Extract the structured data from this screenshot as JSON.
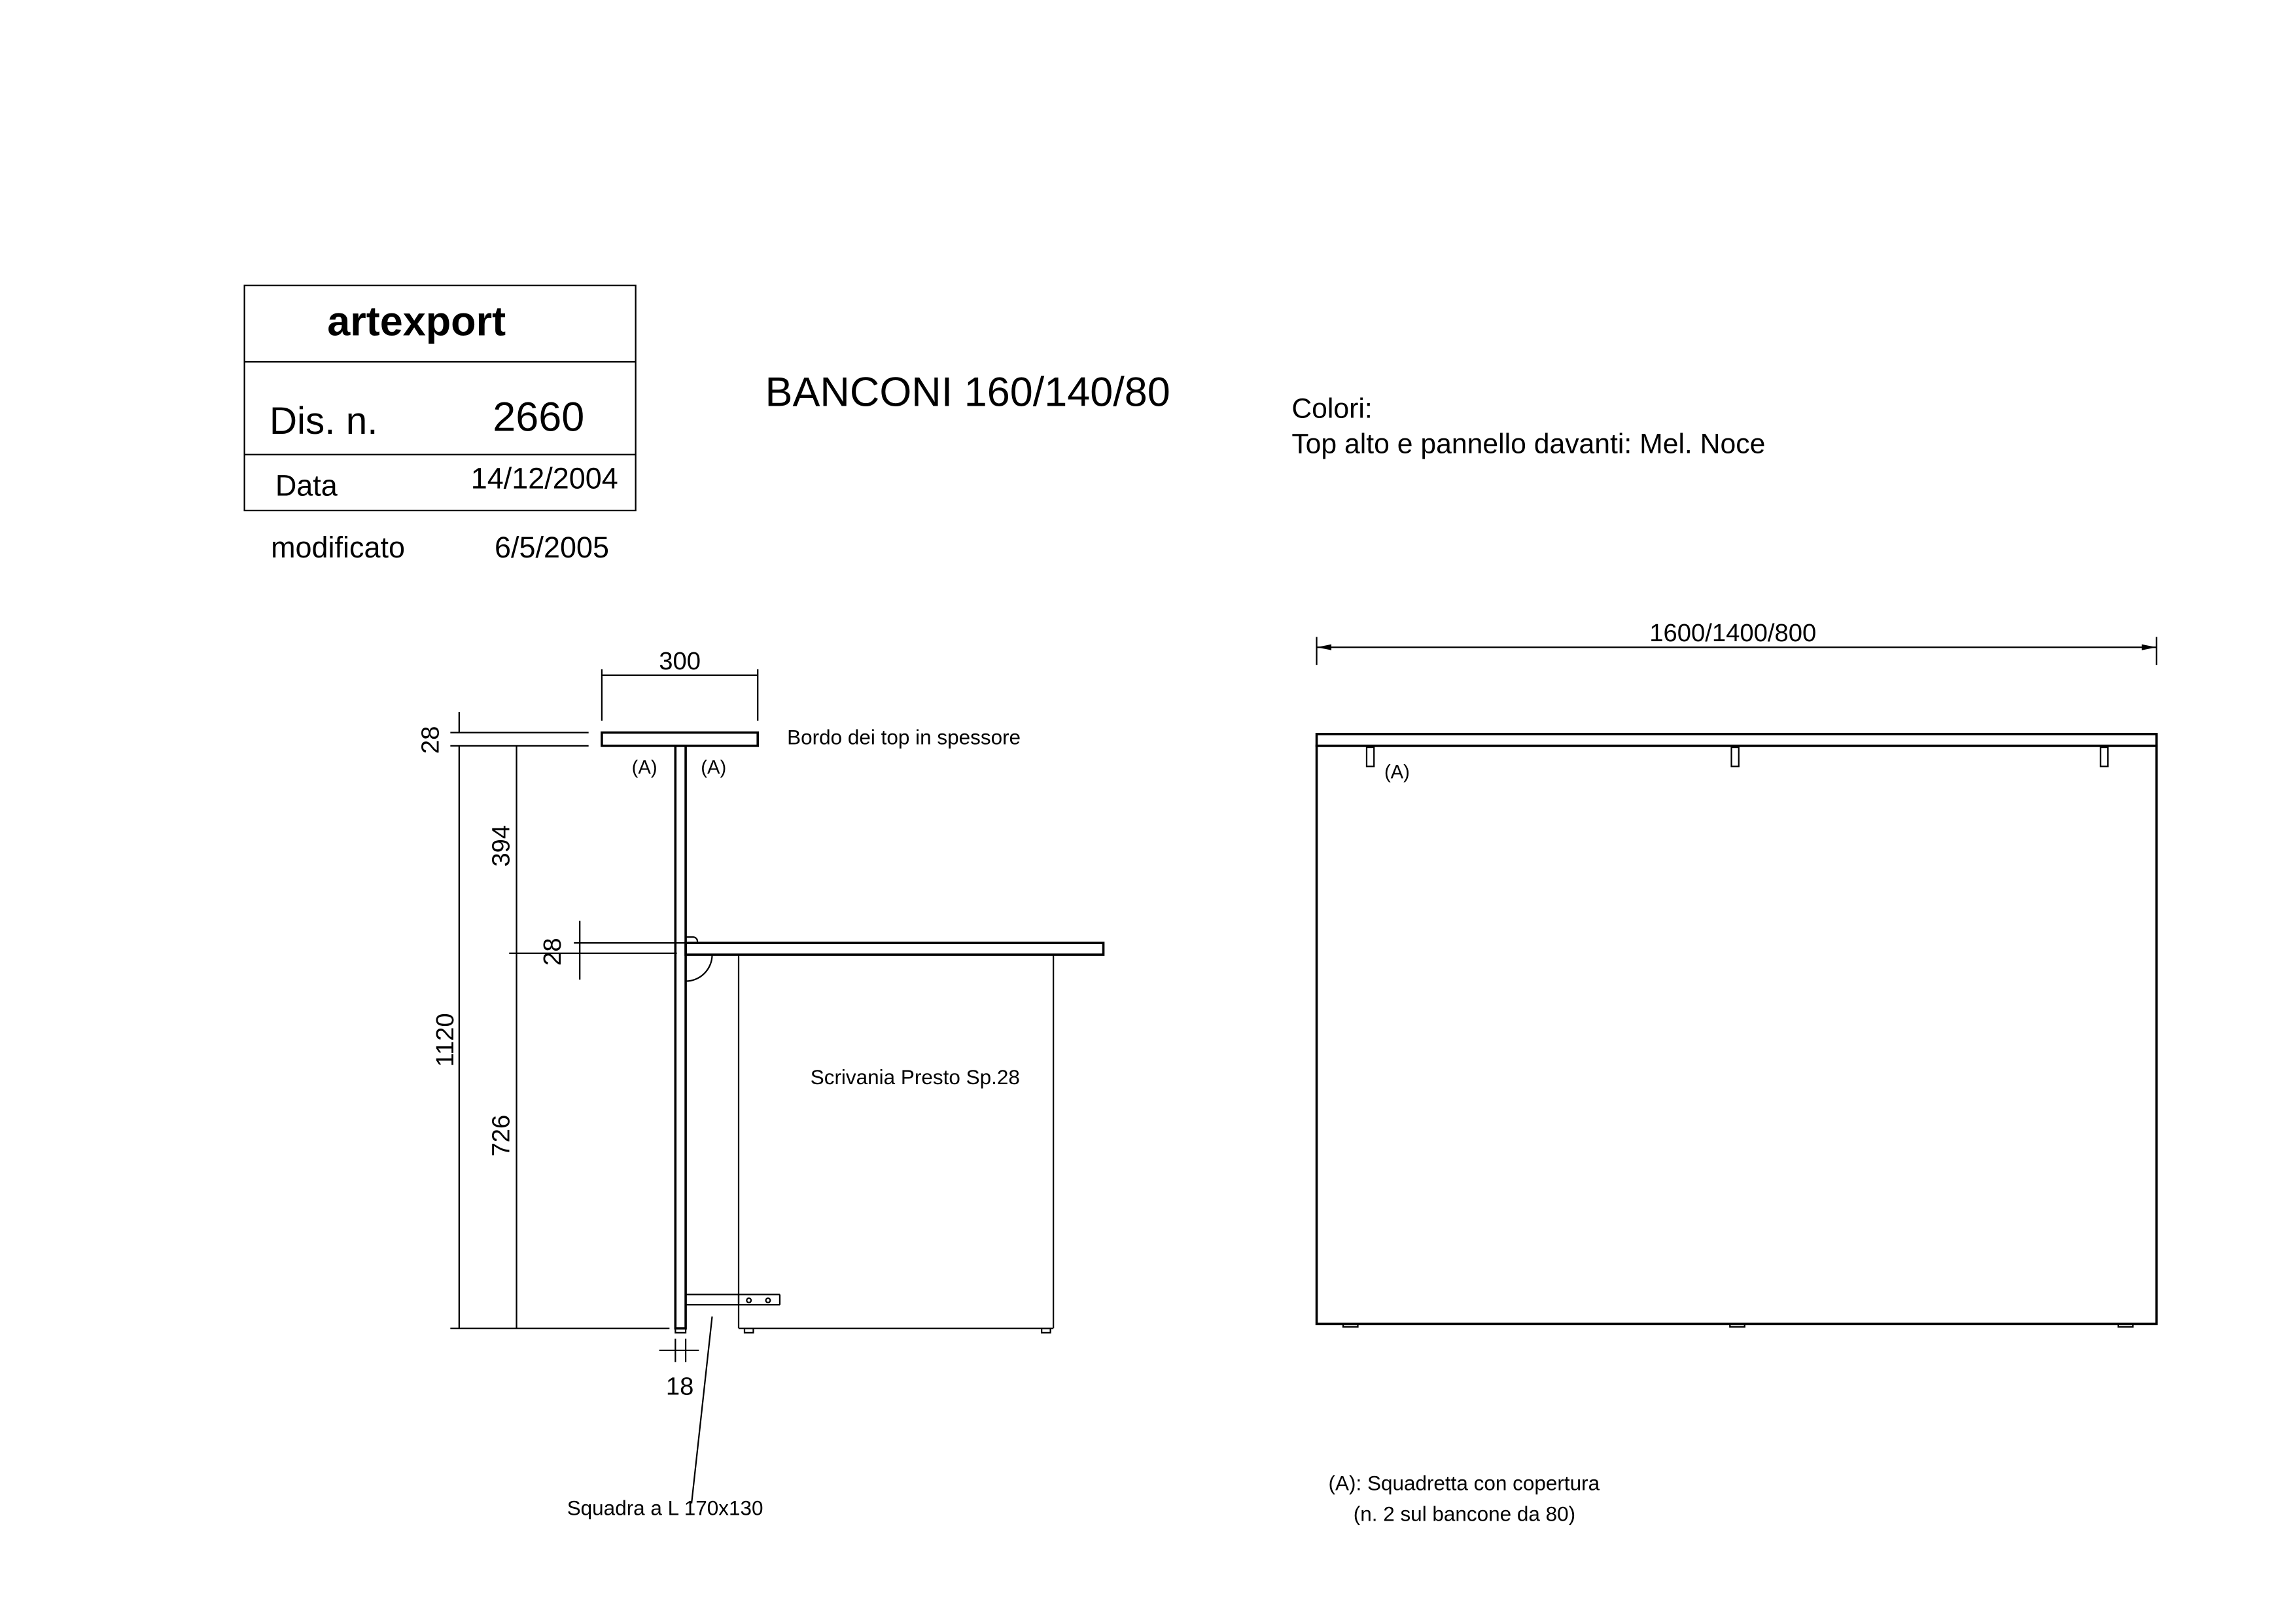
{
  "title_block": {
    "company": "artexport",
    "drawing_label": "Dis. n.",
    "drawing_number": "2660",
    "date_label": "Data",
    "date_value": "14/12/2004",
    "modified_label": "modificato",
    "modified_value": "6/5/2005"
  },
  "header": {
    "title": "BANCONI 160/140/80",
    "colors_label": "Colori:",
    "colors_value": "Top alto e pannello davanti: Mel. Noce"
  },
  "side_view": {
    "dim_top_width": "300",
    "dim_top_thickness": "28",
    "dim_upper": "394",
    "dim_total_height": "1120",
    "dim_desk_thickness": "28",
    "dim_lower": "726",
    "dim_panel_thickness": "18",
    "label_a_left": "(A)",
    "label_a_right": "(A)",
    "note_top_edge": "Bordo dei top in spessore",
    "note_desk": "Scrivania Presto Sp.28",
    "note_bracket": "Squadra a L 170x130"
  },
  "front_view": {
    "dim_width": "1600/1400/800",
    "label_a": "(A)",
    "legend_line1": "(A): Squadretta con copertura",
    "legend_line2": "(n. 2 sul bancone da 80)"
  }
}
